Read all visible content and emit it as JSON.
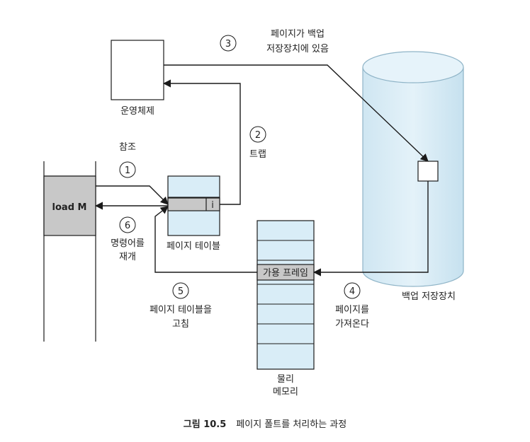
{
  "steps": [
    {
      "num": "1",
      "label": [
        "참조"
      ]
    },
    {
      "num": "2",
      "label": [
        "트랩"
      ]
    },
    {
      "num": "3",
      "label": [
        "페이지가 백업",
        "저장장치에 있음"
      ]
    },
    {
      "num": "4",
      "label": [
        "페이지를",
        "가져온다"
      ]
    },
    {
      "num": "5",
      "label": [
        "페이지 테이블을",
        "고침"
      ]
    },
    {
      "num": "6",
      "label": [
        "명령어를",
        "재개"
      ]
    }
  ],
  "blocks": {
    "os": "운영체제",
    "instruction": "load M",
    "page_table": "페이지 테이블",
    "invalid_bit": "i",
    "free_frame": "가용 프레임",
    "physical_memory": [
      "물리",
      "메모리"
    ],
    "backing_store": "백업 저장장치"
  },
  "caption": {
    "prefix": "그림 10.5",
    "text": "페이지 폴트를 처리하는 과정"
  },
  "colors": {
    "light_blue": "#d9edf7",
    "gray": "#c8c8c8",
    "stroke": "#1a1a1a"
  }
}
